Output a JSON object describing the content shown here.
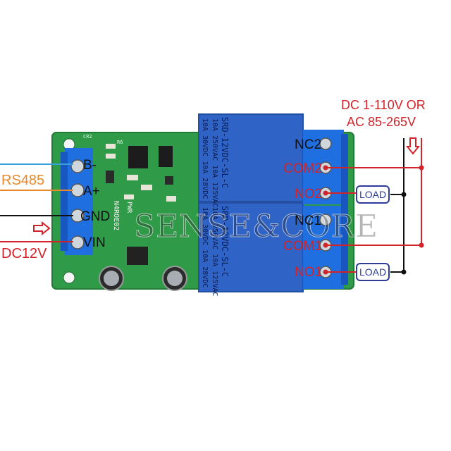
{
  "supply": {
    "line1": "DC 1-110V OR",
    "line2": "AC 85-265V"
  },
  "inputs": {
    "bus_label": "RS485",
    "power_label": "DC12V"
  },
  "input_pins": [
    "B-",
    "A+",
    "GND",
    "VIN"
  ],
  "output_pins": [
    "NC2",
    "COM2",
    "NO2",
    "NC1",
    "COM1",
    "NO1"
  ],
  "loads": [
    "LOAD",
    "LOAD"
  ],
  "relay": {
    "model": "SRD-12VDC-SL-C",
    "rating1": "10A 250VAC 10A 125VAC",
    "rating2": "10A 30VDC 10A 28VDC"
  },
  "board": {
    "silk_code": "N4ROE02",
    "silk_pwr": "PWR",
    "silk_cr": "CR2",
    "silk_r": "R6"
  },
  "watermark": "SENSE&CORE",
  "colors": {
    "pcb": "#2f9a48",
    "terminal": "#1f6fe0",
    "relay": "#2f63c6",
    "red_wire": "#d2232a",
    "blue_wire": "#3aa0dc",
    "orange_wire": "#e8892c",
    "load": "#2d3b9a"
  }
}
